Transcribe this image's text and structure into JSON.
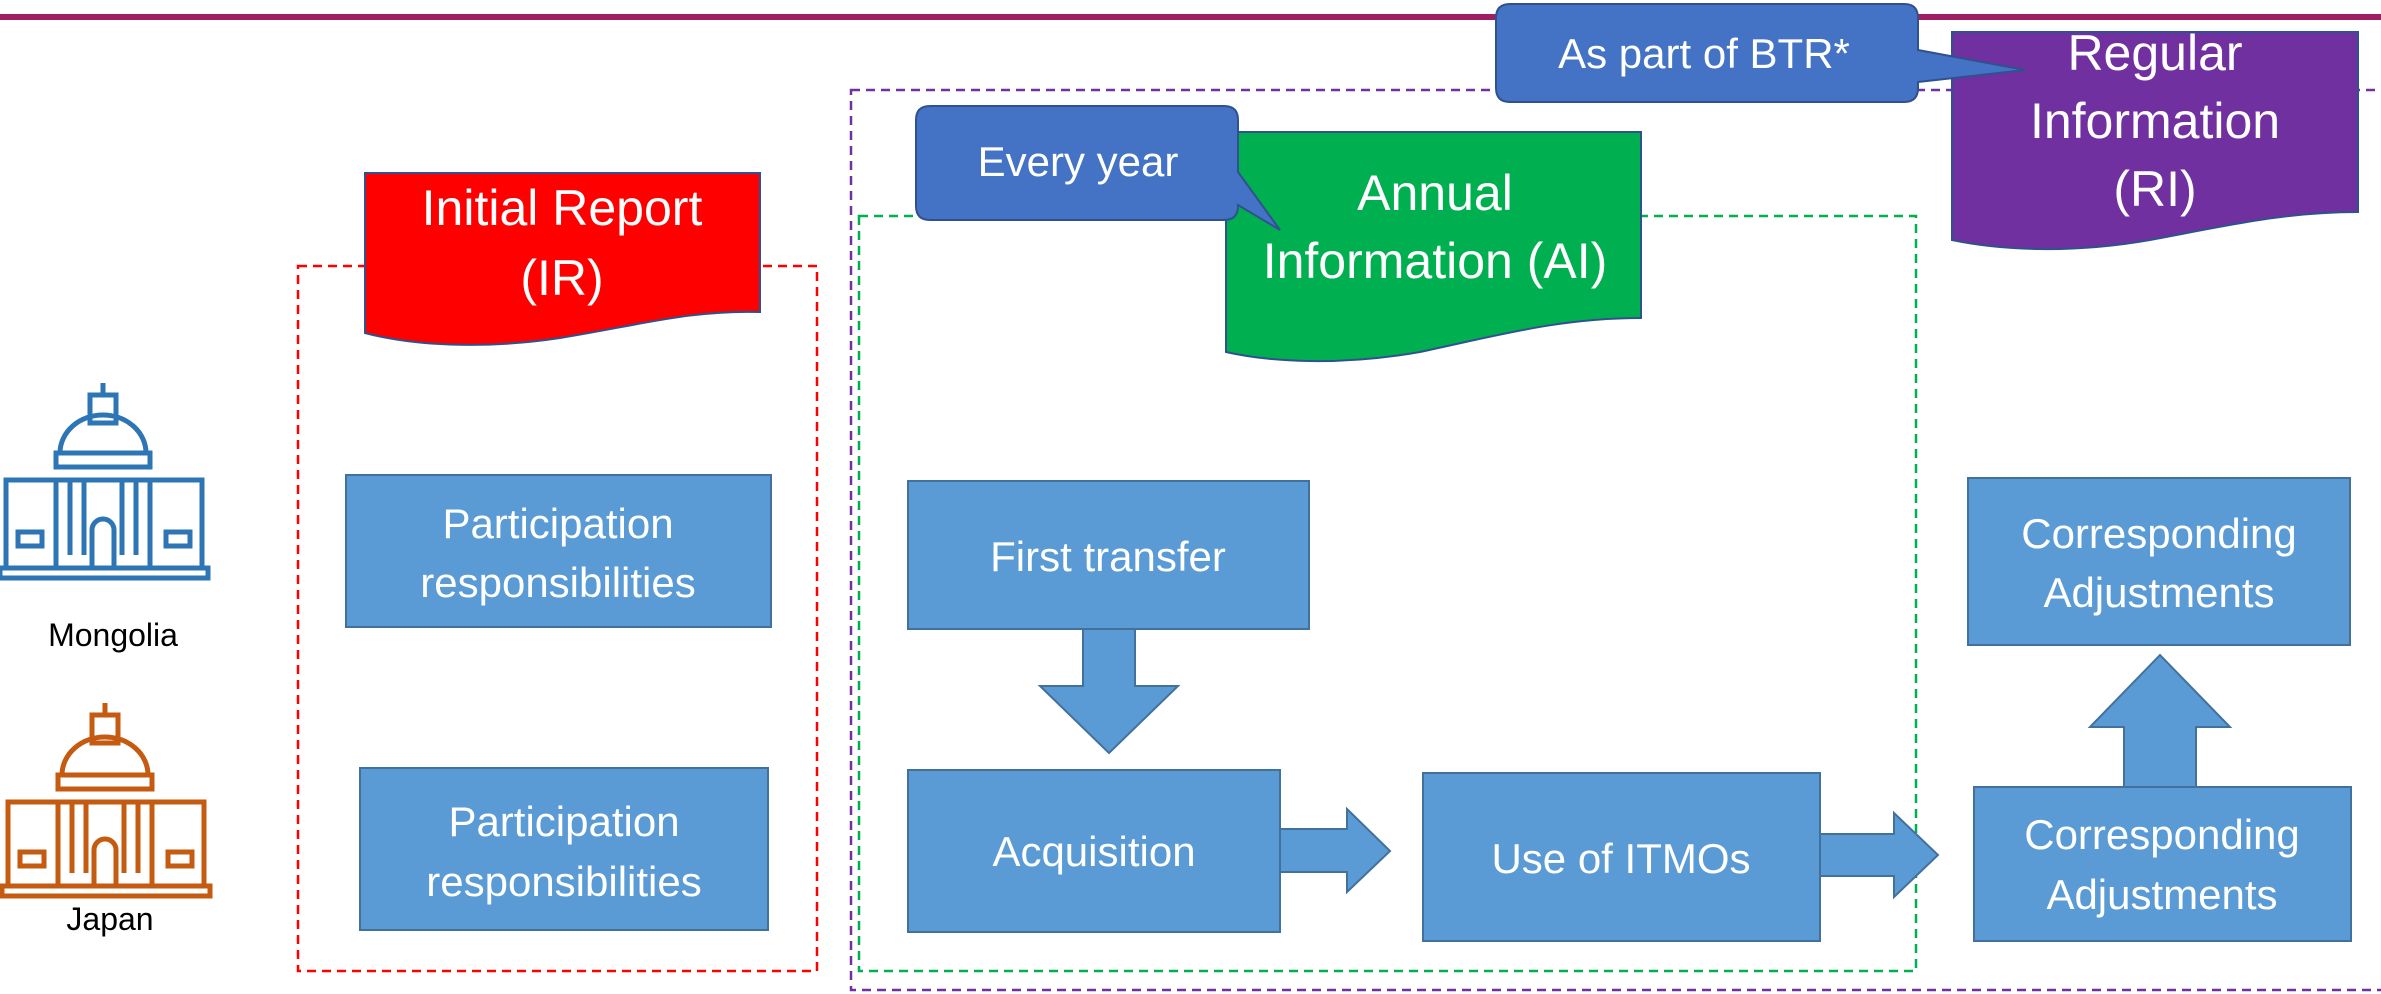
{
  "countries": [
    {
      "name": "Mongolia",
      "color": "#2E75B6"
    },
    {
      "name": "Japan",
      "color": "#C55A11"
    }
  ],
  "documents": {
    "initial_report": {
      "line1": "Initial Report",
      "line2": "(IR)",
      "color": "#FF0000"
    },
    "annual_information": {
      "line1": "Annual",
      "line2": "Information (AI)",
      "color": "#00B050"
    },
    "regular_information": {
      "line1": "Regular",
      "line2": "Information",
      "line3": "(RI)",
      "color": "#7030A0"
    }
  },
  "callouts": {
    "every_year": "Every year",
    "as_part_of_btr": "As part of BTR*"
  },
  "process_boxes": {
    "participation_1": {
      "line1": "Participation",
      "line2": "responsibilities"
    },
    "participation_2": {
      "line1": "Participation",
      "line2": "responsibilities"
    },
    "first_transfer": "First transfer",
    "acquisition": "Acquisition",
    "use_of_itmos": "Use of ITMOs",
    "corresponding_adjustments_top": {
      "line1": "Corresponding",
      "line2": "Adjustments"
    },
    "corresponding_adjustments_bottom": {
      "line1": "Corresponding",
      "line2": "Adjustments"
    }
  },
  "colors": {
    "box_fill": "#5B9BD5",
    "box_stroke": "#41719C",
    "callout_fill": "#4472C4",
    "top_rule": "#9E1F63",
    "ir_border": "#FF0000",
    "ai_border": "#00B050",
    "ri_border": "#7030A0"
  }
}
